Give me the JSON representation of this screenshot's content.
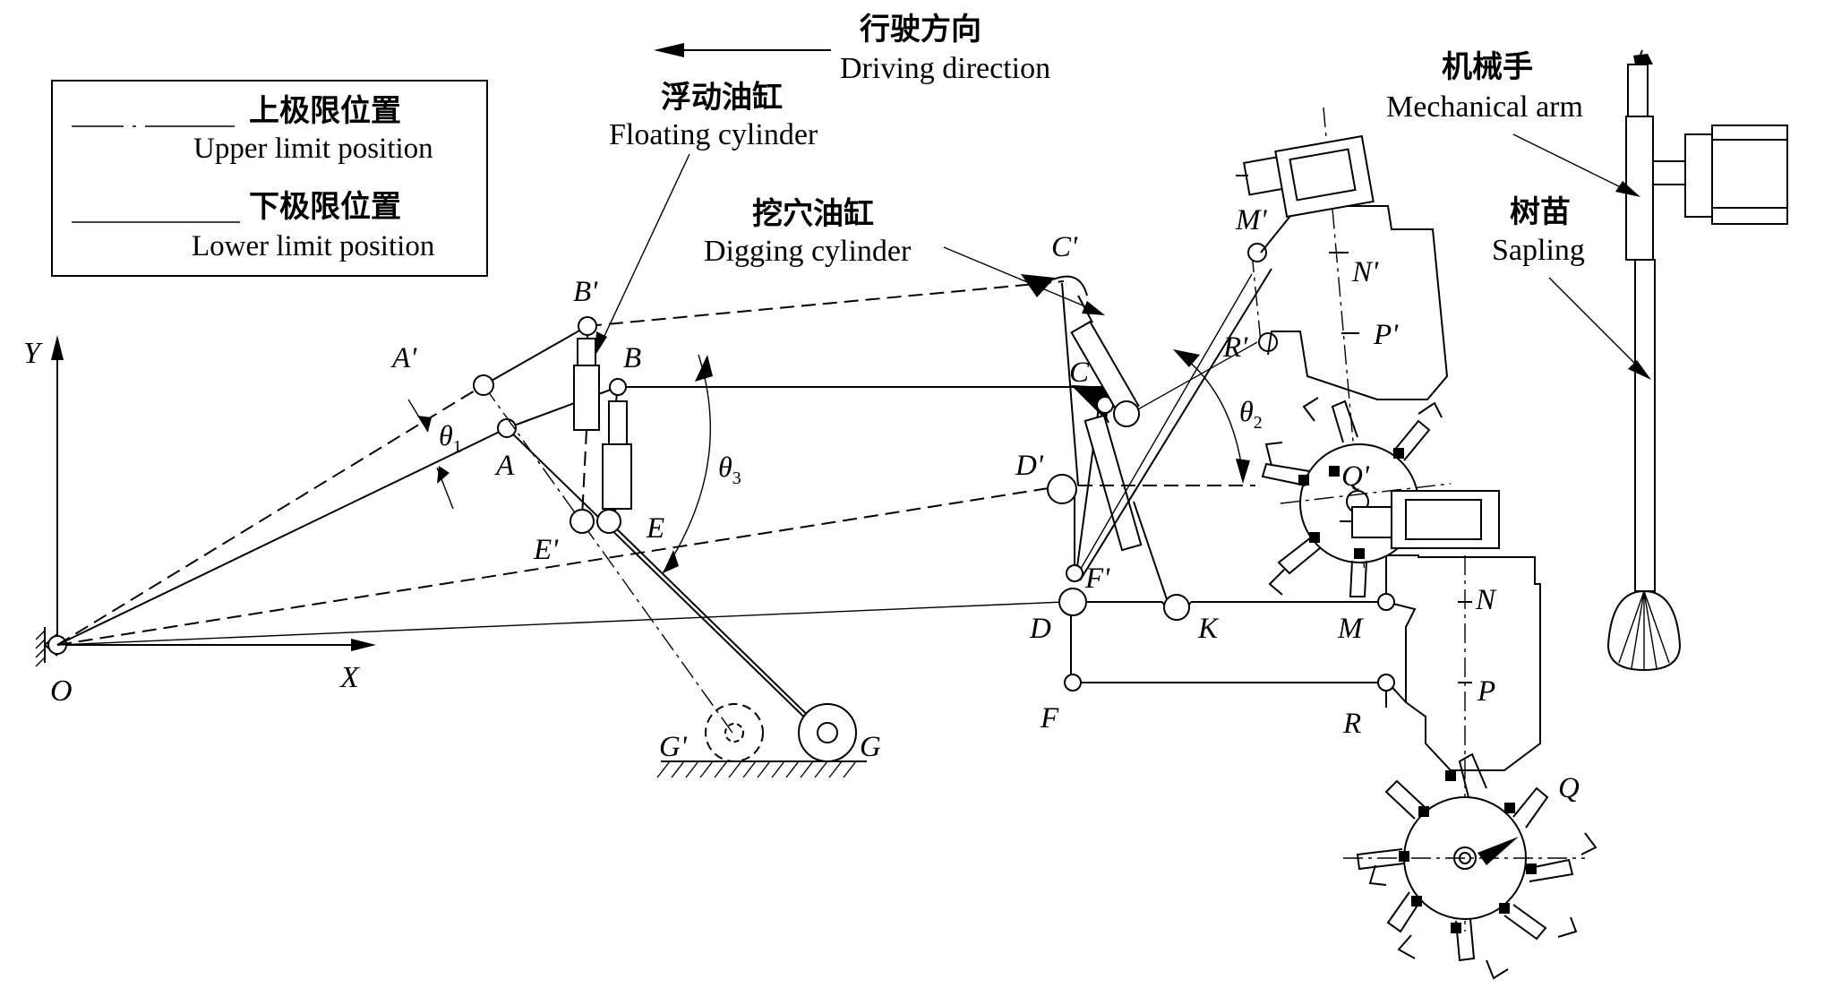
{
  "legend": {
    "upper_zh": "上极限位置",
    "upper_en": "Upper limit position",
    "lower_zh": "下极限位置",
    "lower_en": "Lower limit position"
  },
  "direction": {
    "zh": "行驶方向",
    "en": "Driving direction"
  },
  "floating_cylinder": {
    "zh": "浮动油缸",
    "en": "Floating cylinder"
  },
  "digging_cylinder": {
    "zh": "挖穴油缸",
    "en": "Digging cylinder"
  },
  "mechanical_arm": {
    "zh": "机械手",
    "en": "Mechanical arm"
  },
  "sapling": {
    "zh": "树苗",
    "en": "Sapling"
  },
  "axes": {
    "y": "Y",
    "x": "X",
    "origin": "O"
  },
  "angles": {
    "theta1": "θ",
    "theta1_sub": "1",
    "theta2": "θ",
    "theta2_sub": "2",
    "theta3": "θ",
    "theta3_sub": "3"
  },
  "points": {
    "A": "A",
    "A_prime": "A'",
    "B": "B",
    "B_prime": "B'",
    "C": "C",
    "C_prime": "C'",
    "D": "D",
    "D_prime": "D'",
    "E": "E",
    "E_prime": "E'",
    "F": "F",
    "F_prime": "F'",
    "G": "G",
    "G_prime": "G'",
    "K": "K",
    "M": "M",
    "M_prime": "M'",
    "N": "N",
    "N_prime": "N'",
    "P": "P",
    "P_prime": "P'",
    "R": "R",
    "R_prime": "R'",
    "Q": "Q",
    "Q_prime": "Q'"
  }
}
